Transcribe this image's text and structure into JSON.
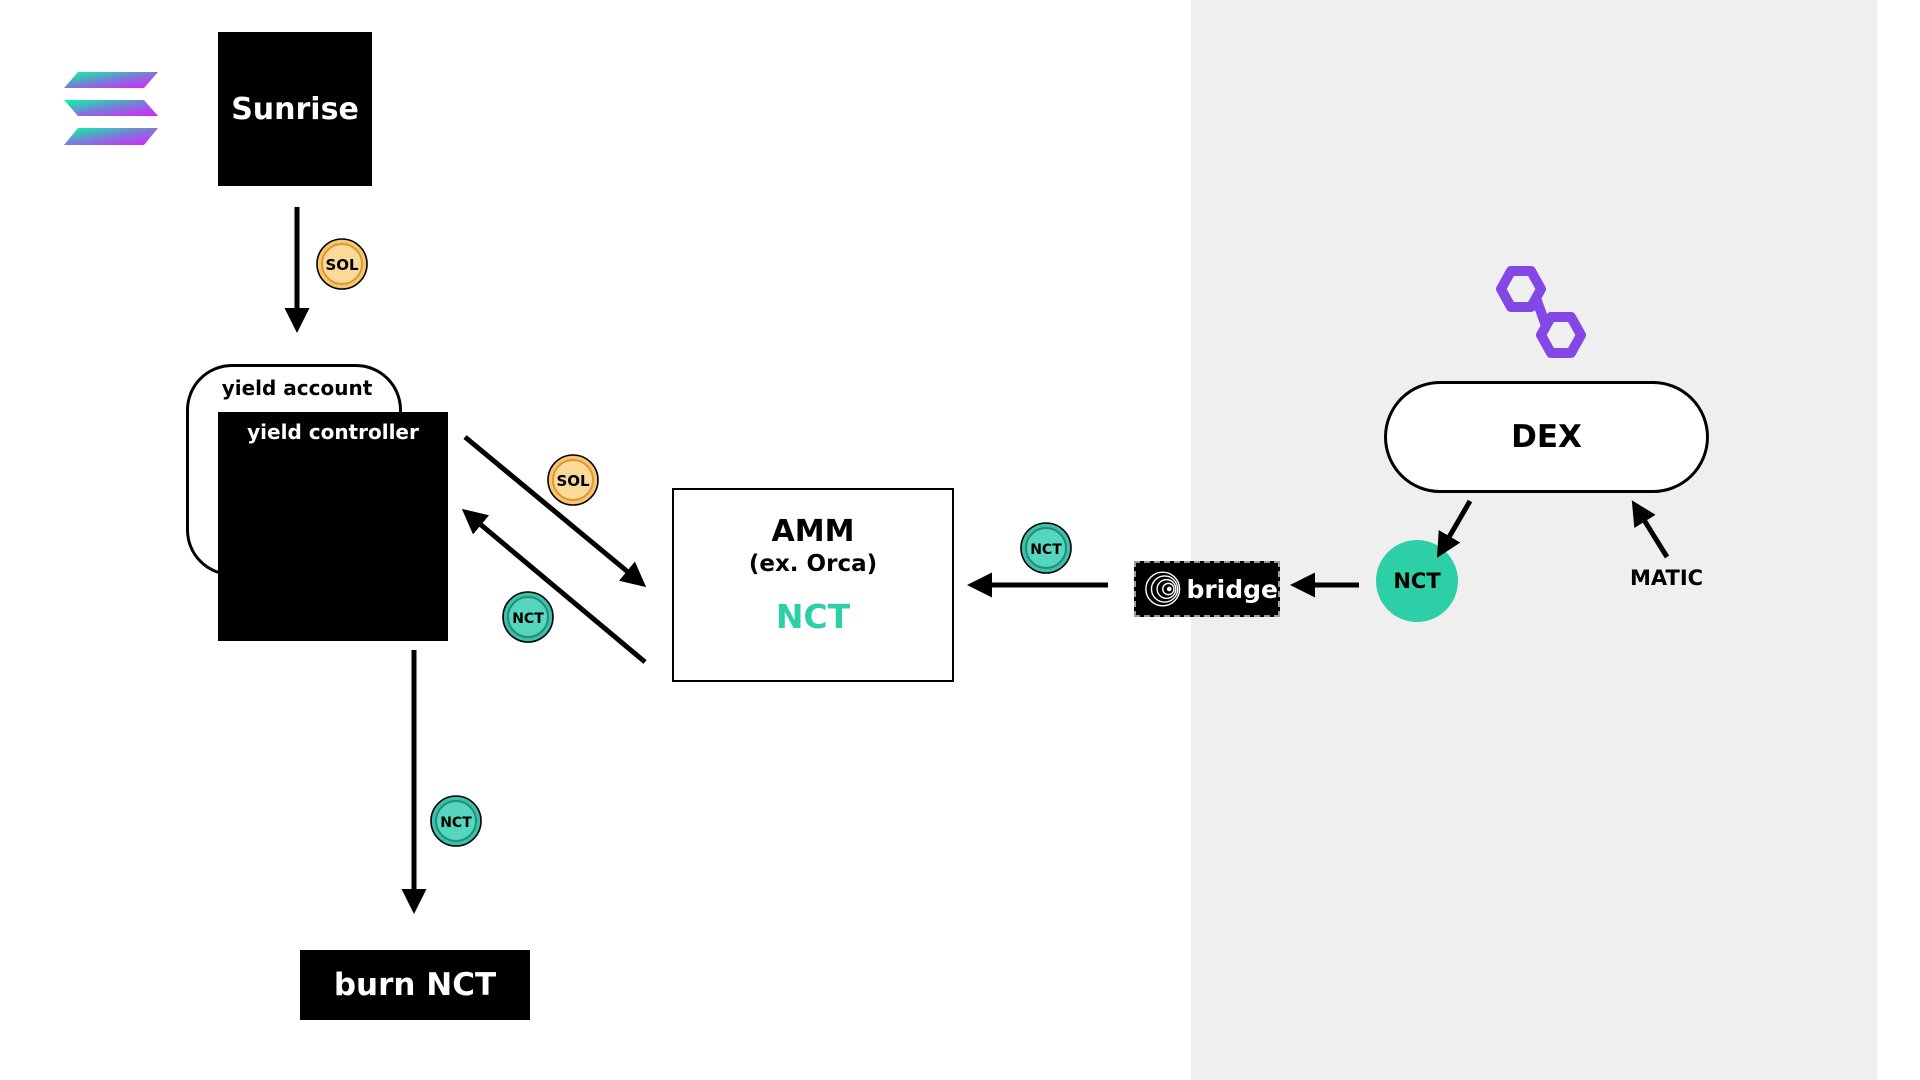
{
  "colors": {
    "panel_bg": "#efefef",
    "nct_green": "#2dcfa7",
    "coin_sol_fill": "#f7c66e",
    "coin_nct_fill": "#3dbfa8",
    "polygon_purple": "#8247e5",
    "box_black": "#000000"
  },
  "nodes": {
    "sunrise": "Sunrise",
    "yield_account": "yield account",
    "yield_controller": "yield controller",
    "burn": "burn NCT",
    "amm_title": "AMM",
    "amm_subtitle": "(ex. Orca)",
    "amm_token": "NCT",
    "bridge": "bridge",
    "nct_bubble": "NCT",
    "dex": "DEX",
    "matic": "MATIC"
  },
  "coins": {
    "sol": "SOL",
    "nct": "NCT"
  },
  "icons": {
    "solana_logo": "solana-logo-icon",
    "polygon_logo": "polygon-logo-icon",
    "bridge_logo": "wormhole-logo-icon"
  }
}
